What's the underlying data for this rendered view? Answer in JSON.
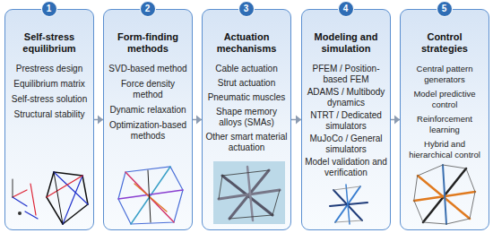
{
  "diagram": {
    "nodes": [
      {
        "text": [
          "Self-stress equilibrium",
          "Prestress design",
          "Equilibrium matrix",
          "Self-stress solution",
          "Structural stability"
        ]
      },
      {
        "text": [
          "1"
        ],
        "in": 0
      },
      {
        "text": [
          "Form-finding methods",
          "SVD-based method",
          "Force density method",
          "Dynamic relaxation",
          "Optimization-based methods"
        ]
      },
      {
        "text": [
          "2"
        ],
        "in": 2
      },
      {
        "text": [
          "Actuation mechanisms",
          "Cable actuation",
          "Strut actuation",
          "Pneumatic muscles",
          "Shape memory alloys (SMAs)",
          "Other smart material actuation"
        ]
      },
      {
        "text": [
          "3"
        ],
        "in": 4
      },
      {
        "text": [
          "Modeling and simulation",
          "PFEM / Position-based FEM",
          "ADAMS / Multibody dynamics",
          "NTRT / Dedicated simulators",
          "MuJoCo / General simulators",
          "Model validation and verification"
        ]
      },
      {
        "text": [
          "4"
        ],
        "in": 6
      },
      {
        "text": [
          "Control strategies",
          "Central pattern generators",
          "Model predictive control",
          "Reinforcement learning",
          "Hybrid and hierarchical control"
        ]
      },
      {
        "text": [
          "5"
        ],
        "in": 8
      }
    ],
    "edges": [
      {
        "from": 0,
        "to": 2,
        "arrow": "to"
      },
      {
        "from": 2,
        "to": 4,
        "arrow": "to"
      },
      {
        "from": 4,
        "to": 6,
        "arrow": "to"
      },
      {
        "from": 6,
        "to": 8,
        "arrow": "to"
      }
    ]
  }
}
